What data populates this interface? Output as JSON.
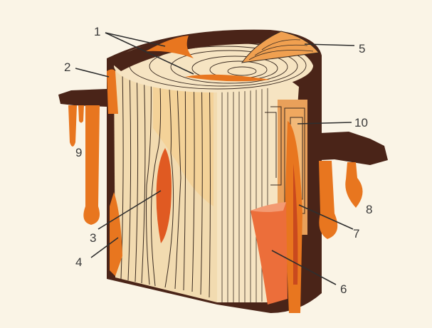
{
  "labels": {
    "n1": "1",
    "n2": "2",
    "n3": "3",
    "n4": "4",
    "n5": "5",
    "n6": "6",
    "n7": "7",
    "n8": "8",
    "n9": "9",
    "n10": "10"
  },
  "colors": {
    "background": "#faf4e6",
    "bark": "#4a2418",
    "sapwood": "#f2d9a8",
    "resin": "#e8761f",
    "resin_dark": "#c9491e",
    "ring_lines": "#3a2a20"
  }
}
